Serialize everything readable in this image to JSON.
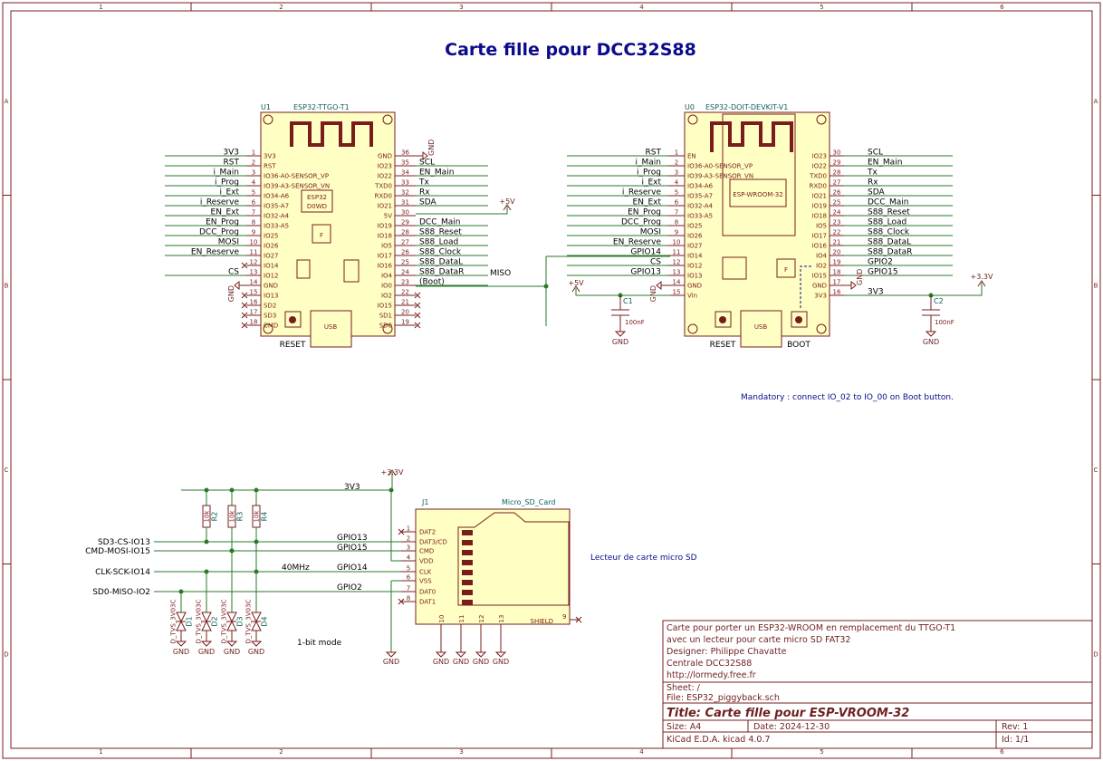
{
  "sheet": {
    "title": "Carte fille pour DCC32S88",
    "col_labels": [
      "1",
      "2",
      "3",
      "4",
      "5",
      "6"
    ],
    "row_labels": [
      "A",
      "B",
      "C",
      "D"
    ]
  },
  "u1": {
    "ref": "U1",
    "value": "ESP32-TTGO-T1",
    "left_pins": [
      {
        "num": "1",
        "name": "3V3",
        "net": "3V3"
      },
      {
        "num": "2",
        "name": "RST",
        "net": "RST"
      },
      {
        "num": "3",
        "name": "IO36-A0-SENSOR_VP",
        "net": "i_Main"
      },
      {
        "num": "4",
        "name": "IO39-A3-SENSOR_VN",
        "net": "i_Prog"
      },
      {
        "num": "5",
        "name": "IO34-A6",
        "net": "i_Ext"
      },
      {
        "num": "6",
        "name": "IO35-A7",
        "net": "i_Reserve"
      },
      {
        "num": "7",
        "name": "IO32-A4",
        "net": "EN_Ext"
      },
      {
        "num": "8",
        "name": "IO33-A5",
        "net": "EN_Prog"
      },
      {
        "num": "9",
        "name": "IO25",
        "net": "DCC_Prog"
      },
      {
        "num": "10",
        "name": "IO26",
        "net": "MOSI"
      },
      {
        "num": "11",
        "name": "IO27",
        "net": "EN_Reserve"
      },
      {
        "num": "12",
        "name": "IO14",
        "net": ""
      },
      {
        "num": "13",
        "name": "IO12",
        "net": "CS"
      },
      {
        "num": "14",
        "name": "GND",
        "net": ""
      },
      {
        "num": "15",
        "name": "IO13",
        "net": ""
      },
      {
        "num": "16",
        "name": "SD2",
        "net": ""
      },
      {
        "num": "17",
        "name": "SD3",
        "net": ""
      },
      {
        "num": "18",
        "name": "CMD",
        "net": ""
      }
    ],
    "right_pins": [
      {
        "num": "36",
        "name": "GND",
        "net": ""
      },
      {
        "num": "35",
        "name": "IO23",
        "net": "SCL"
      },
      {
        "num": "34",
        "name": "IO22",
        "net": "EN_Main"
      },
      {
        "num": "33",
        "name": "TXD0",
        "net": "Tx"
      },
      {
        "num": "32",
        "name": "RXD0",
        "net": "Rx"
      },
      {
        "num": "31",
        "name": "IO21",
        "net": "SDA"
      },
      {
        "num": "30",
        "name": "5V",
        "net": ""
      },
      {
        "num": "29",
        "name": "IO19",
        "net": "DCC_Main"
      },
      {
        "num": "28",
        "name": "IO18",
        "net": "S88_Reset"
      },
      {
        "num": "27",
        "name": "IO5",
        "net": "S88_Load"
      },
      {
        "num": "26",
        "name": "IO17",
        "net": "S88_Clock"
      },
      {
        "num": "25",
        "name": "IO16",
        "net": "S88_DataL"
      },
      {
        "num": "24",
        "name": "IO4",
        "net": "S88_DataR"
      },
      {
        "num": "23",
        "name": "IO0",
        "net": "(Boot)"
      },
      {
        "num": "22",
        "name": "IO2",
        "net": ""
      },
      {
        "num": "21",
        "name": "IO15",
        "net": ""
      },
      {
        "num": "20",
        "name": "SD1",
        "net": ""
      },
      {
        "num": "19",
        "name": "SD0",
        "net": ""
      }
    ],
    "chip_label": "ESP32 D0WD",
    "button_label": "RESET",
    "usb_label": "USB",
    "f_label": "F",
    "miso_label": "MISO",
    "gnd_label": "GND"
  },
  "u0": {
    "ref": "U0",
    "value": "ESP32-DOIT-DEVKIT-V1",
    "module_label": "ESP-WROOM-32",
    "left_pins": [
      {
        "num": "1",
        "name": "EN",
        "net": "RST"
      },
      {
        "num": "2",
        "name": "IO36-A0-SENSOR_VP",
        "net": "i_Main"
      },
      {
        "num": "3",
        "name": "IO39-A3-SENSOR_VN",
        "net": "i_Prog"
      },
      {
        "num": "4",
        "name": "IO34-A6",
        "net": "i_Ext"
      },
      {
        "num": "5",
        "name": "IO35-A7",
        "net": "i_Reserve"
      },
      {
        "num": "6",
        "name": "IO32-A4",
        "net": "EN_Ext"
      },
      {
        "num": "7",
        "name": "IO33-A5",
        "net": "EN_Prog"
      },
      {
        "num": "8",
        "name": "IO25",
        "net": "DCC_Prog"
      },
      {
        "num": "9",
        "name": "IO26",
        "net": "MOSI"
      },
      {
        "num": "10",
        "name": "IO27",
        "net": "EN_Reserve"
      },
      {
        "num": "11",
        "name": "IO14",
        "net": "GPIO14"
      },
      {
        "num": "12",
        "name": "IO12",
        "net": "CS"
      },
      {
        "num": "13",
        "name": "IO13",
        "net": "GPIO13"
      },
      {
        "num": "14",
        "name": "GND",
        "net": ""
      },
      {
        "num": "15",
        "name": "Vin",
        "net": ""
      }
    ],
    "right_pins": [
      {
        "num": "30",
        "name": "IO23",
        "net": "SCL"
      },
      {
        "num": "29",
        "name": "IO22",
        "net": "EN_Main"
      },
      {
        "num": "28",
        "name": "TXD0",
        "net": "Tx"
      },
      {
        "num": "27",
        "name": "RXD0",
        "net": "Rx"
      },
      {
        "num": "26",
        "name": "IO21",
        "net": "SDA"
      },
      {
        "num": "25",
        "name": "IO19",
        "net": "DCC_Main"
      },
      {
        "num": "24",
        "name": "IO18",
        "net": "S88_Reset"
      },
      {
        "num": "23",
        "name": "IO5",
        "net": "S88_Load"
      },
      {
        "num": "22",
        "name": "IO17",
        "net": "S88_Clock"
      },
      {
        "num": "21",
        "name": "IO16",
        "net": "S88_DataL"
      },
      {
        "num": "20",
        "name": "IO4",
        "net": "S88_DataR"
      },
      {
        "num": "19",
        "name": "IO2",
        "net": "GPIO2"
      },
      {
        "num": "18",
        "name": "IO15",
        "net": "GPIO15"
      },
      {
        "num": "17",
        "name": "GND",
        "net": ""
      },
      {
        "num": "16",
        "name": "3V3",
        "net": "3V3"
      }
    ],
    "reset_label": "RESET",
    "boot_label": "BOOT",
    "usb_label": "USB",
    "f_label": "F"
  },
  "power": {
    "p5v_a": "+5V",
    "p5v_b": "+5V",
    "p33_a": "+3.3V",
    "p33_b": "+3.3V",
    "gnd": "GND"
  },
  "caps": [
    {
      "ref": "C1",
      "value": "100nF"
    },
    {
      "ref": "C2",
      "value": "100nF"
    }
  ],
  "note_boot": "Mandatory : connect IO_02 to IO_00 on Boot button.",
  "sd": {
    "ref": "J1",
    "value": "Micro_SD_Card",
    "pins": [
      {
        "num": "1",
        "name": "DAT2"
      },
      {
        "num": "2",
        "name": "DAT3/CD"
      },
      {
        "num": "3",
        "name": "CMD"
      },
      {
        "num": "4",
        "name": "VDD"
      },
      {
        "num": "5",
        "name": "CLK"
      },
      {
        "num": "6",
        "name": "VSS"
      },
      {
        "num": "7",
        "name": "DAT0"
      },
      {
        "num": "8",
        "name": "DAT1"
      }
    ],
    "bottom_pins": [
      "10",
      "11",
      "12",
      "13"
    ],
    "shield_label": "SHIELD",
    "shield_num": "9",
    "block_label": "Lecteur de carte micro SD",
    "nets": [
      "GPIO13",
      "GPIO15",
      "GPIO14",
      "GPIO2"
    ],
    "rail": "3V3",
    "freq_label": "40MHz",
    "mode_label": "1-bit mode"
  },
  "sd_signals": [
    "SD3-CS-IO13",
    "CMD-MOSI-IO15",
    "CLK-SCK-IO14",
    "SD0-MISO-IO2"
  ],
  "resistors": [
    {
      "ref": "R2",
      "value": "10k"
    },
    {
      "ref": "R3",
      "value": "10k"
    },
    {
      "ref": "R4",
      "value": "10k"
    }
  ],
  "diodes": [
    {
      "ref": "D1",
      "value": "D_TVS_3V03C"
    },
    {
      "ref": "D2",
      "value": "D_TVS_3V03C"
    },
    {
      "ref": "D3",
      "value": "D_TVS_3V03C"
    },
    {
      "ref": "D4",
      "value": "D_TVS_3V03C"
    }
  ],
  "title_block": {
    "desc1": "Carte pour porter un ESP32-WROOM en remplacement du TTGO-T1",
    "desc2": "avec un lecteur pour carte micro SD FAT32",
    "designer": "Designer: Philippe Chavatte",
    "project": "Centrale DCC32S88",
    "url": "http://lormedy.free.fr",
    "sheet": "Sheet: /",
    "file": "File: ESP32_piggyback.sch",
    "title": "Title: Carte fille pour ESP-VROOM-32",
    "size": "Size: A4",
    "date": "Date: 2024-12-30",
    "rev": "Rev: 1",
    "tool": "KiCad E.D.A.  kicad 4.0.7",
    "id": "Id: 1/1"
  }
}
